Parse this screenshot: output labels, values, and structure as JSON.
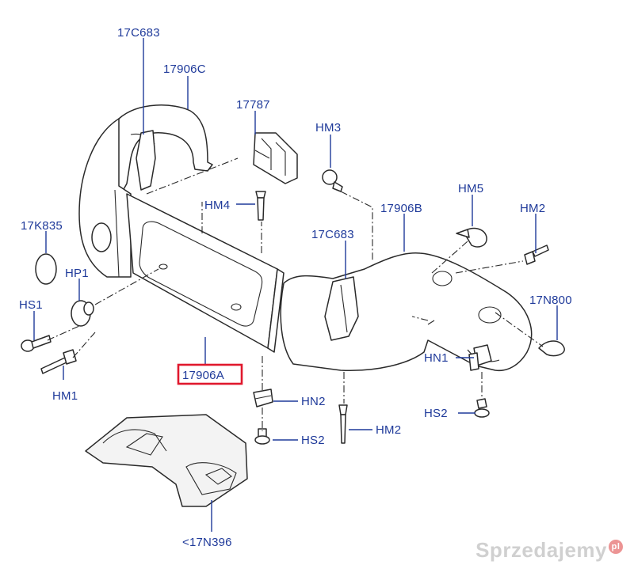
{
  "labels": {
    "c17C683_top": "17C683",
    "c17906C": "17906C",
    "c17787": "17787",
    "cHM3": "HM3",
    "cHM4": "HM4",
    "c17906B": "17906B",
    "c17K835": "17K835",
    "cHM5": "HM5",
    "cHM2_right": "HM2",
    "c17C683_mid": "17C683",
    "cHP1": "HP1",
    "cHS1": "HS1",
    "c17N800": "17N800",
    "c17906A": "17906A",
    "cHN1": "HN1",
    "cHM1": "HM1",
    "cHN2": "HN2",
    "cHS2_right": "HS2",
    "cHM2_bottom": "HM2",
    "cHS2_bottom": "HS2",
    "c17N396": "<17N396"
  },
  "highlight": {
    "part": "17906A",
    "color": "#e0182d"
  },
  "label_color": "#1f3a9a",
  "watermark": {
    "text": "Sprzedajemy",
    "badge": "pl"
  }
}
